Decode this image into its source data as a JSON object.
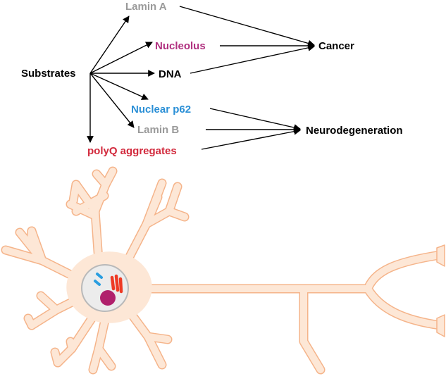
{
  "nodes": {
    "substrates": {
      "text": "Substrates",
      "color": "#000000"
    },
    "lamin_a": {
      "text": "Lamin A",
      "color": "#9a9a9a"
    },
    "nucleolus": {
      "text": "Nucleolus",
      "color": "#b0307f"
    },
    "dna": {
      "text": "DNA",
      "color": "#000000"
    },
    "nuclear_p62": {
      "text": "Nuclear p62",
      "color": "#2a8fd6"
    },
    "lamin_b": {
      "text": "Lamin B",
      "color": "#9a9a9a"
    },
    "polyq": {
      "text": "polyQ aggregates",
      "color": "#d2293c"
    },
    "cancer": {
      "text": "Cancer",
      "color": "#000000"
    },
    "neurodegeneration": {
      "text": "Neurodegeneration",
      "color": "#000000"
    }
  },
  "edges": [
    {
      "from": "substrates",
      "to": "lamin_a"
    },
    {
      "from": "substrates",
      "to": "nucleolus"
    },
    {
      "from": "substrates",
      "to": "dna"
    },
    {
      "from": "substrates",
      "to": "nuclear_p62"
    },
    {
      "from": "substrates",
      "to": "lamin_b"
    },
    {
      "from": "substrates",
      "to": "polyq"
    },
    {
      "from": "lamin_a",
      "to": "cancer"
    },
    {
      "from": "nucleolus",
      "to": "cancer"
    },
    {
      "from": "dna",
      "to": "cancer"
    },
    {
      "from": "nuclear_p62",
      "to": "neurodegeneration"
    },
    {
      "from": "lamin_b",
      "to": "neurodegeneration"
    },
    {
      "from": "polyq",
      "to": "neurodegeneration"
    }
  ],
  "colors": {
    "neuron_fill": "#fde7d6",
    "neuron_stroke": "#f5b48a",
    "nucleus_fill": "#ececec",
    "nucleus_stroke": "#b9b9b9",
    "nucleolus_dot": "#b0206c",
    "p62_marks": "#2a9ee0",
    "aggregate_marks": "#ee3a24"
  }
}
